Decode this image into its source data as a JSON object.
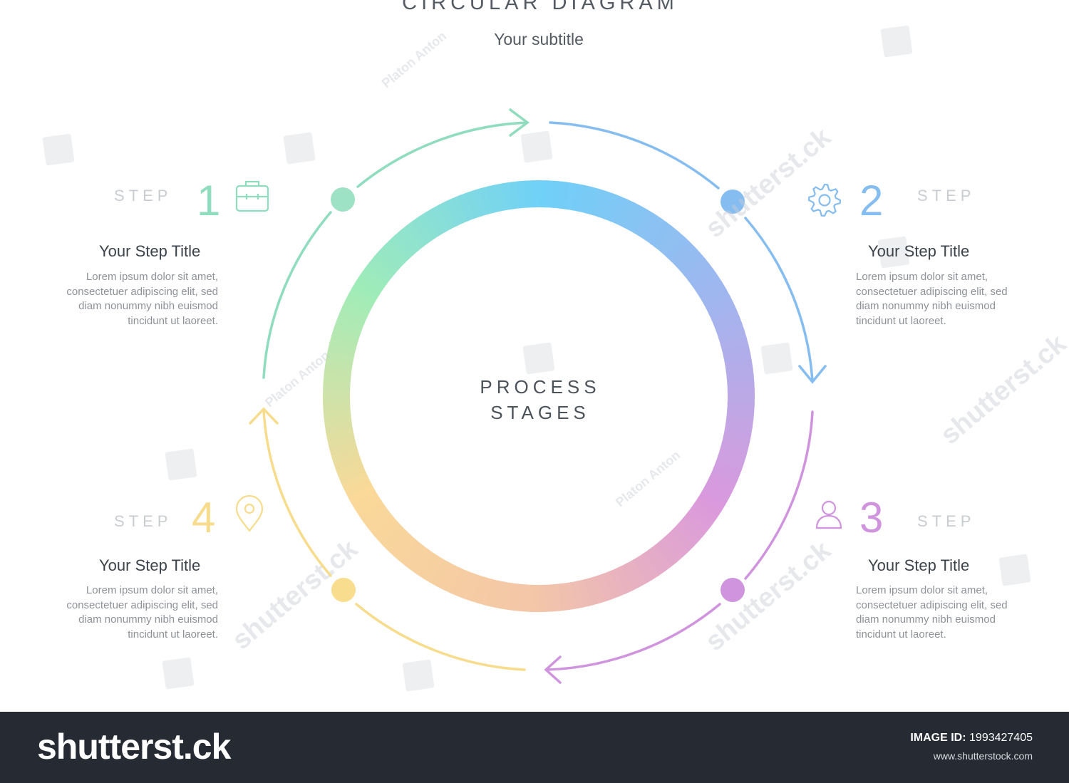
{
  "title": "CIRCULAR DIAGRAM",
  "subtitle": "Your subtitle",
  "center": {
    "line1": "PROCESS",
    "line2": "STAGES"
  },
  "step_word": "STEP",
  "steps": [
    {
      "number": "1",
      "title": "Your Step Title",
      "icon": "briefcase-icon",
      "color": "#8fdcbf",
      "desc": [
        "Lorem ipsum dolor sit amet,",
        "consectetuer adipiscing elit, sed",
        "diam nonummy nibh euismod",
        "tincidunt ut laoreet."
      ]
    },
    {
      "number": "2",
      "title": "Your Step Title",
      "icon": "gear-icon",
      "color": "#86bdf0",
      "desc": [
        "Lorem ipsum dolor sit amet,",
        "consectetuer adipiscing elit, sed",
        "diam nonummy nibh euismod",
        "tincidunt ut laoreet."
      ]
    },
    {
      "number": "3",
      "title": "Your Step Title",
      "icon": "user-icon",
      "color": "#cf94dd",
      "desc": [
        "Lorem ipsum dolor sit amet,",
        "consectetuer adipiscing elit, sed",
        "diam nonummy nibh euismod",
        "tincidunt ut laoreet."
      ]
    },
    {
      "number": "4",
      "title": "Your Step Title",
      "icon": "map-pin-icon",
      "color": "#f6dc8c",
      "desc": [
        "Lorem ipsum dolor sit amet,",
        "consectetuer adipiscing elit, sed",
        "diam nonummy nibh euismod",
        "tincidunt ut laoreet."
      ]
    }
  ],
  "ring_gradient": [
    "#6fd0f8",
    "#a0b6ef",
    "#da99dd",
    "#f3c6a8",
    "#fad999",
    "#a0ecb8",
    "#6fd0f8"
  ],
  "watermark": {
    "photographer": "Platon Anton",
    "brand": "shutterstock",
    "brand_mark": "shutterst.ck",
    "image_id_label": "IMAGE ID:",
    "image_id": "1993427405",
    "site": "www.shutterstock.com"
  }
}
